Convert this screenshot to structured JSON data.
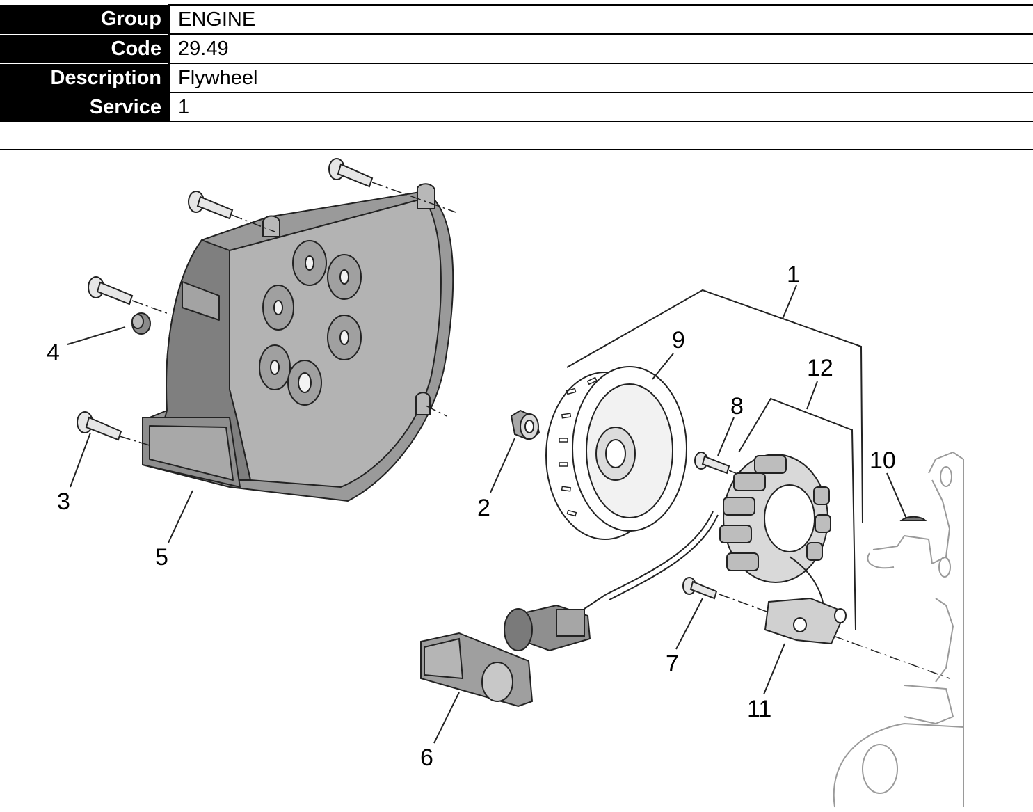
{
  "info": {
    "rows": [
      {
        "label": "Group",
        "value": "ENGINE"
      },
      {
        "label": "Code",
        "value": "29.49"
      },
      {
        "label": "Description",
        "value": "Flywheel"
      },
      {
        "label": "Service",
        "value": "1"
      }
    ]
  },
  "diagram": {
    "callouts": [
      "1",
      "2",
      "3",
      "4",
      "5",
      "6",
      "7",
      "8",
      "9",
      "10",
      "11",
      "12"
    ]
  }
}
